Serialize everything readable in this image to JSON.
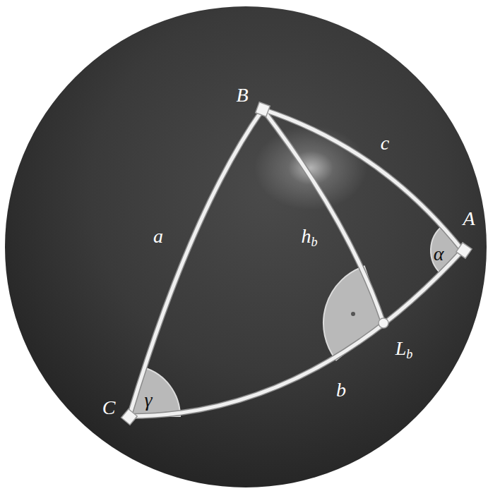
{
  "diagram": {
    "labels": [
      "B",
      "c",
      "A",
      "α",
      "a",
      "hb",
      "Lb",
      "b",
      "C",
      "γ"
    ]
  }
}
